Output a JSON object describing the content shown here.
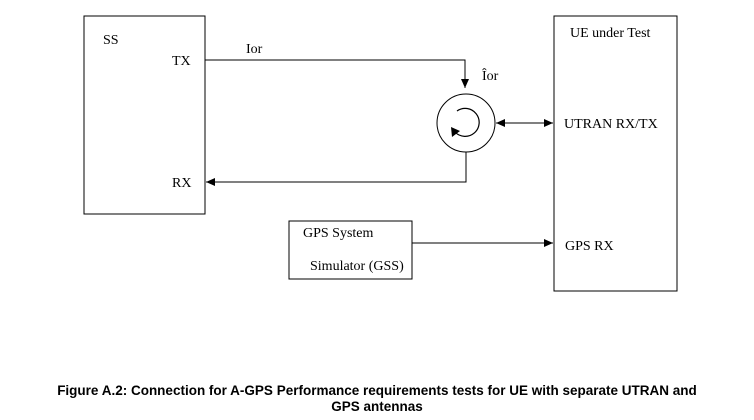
{
  "diagram": {
    "ss_block": {
      "title": "SS",
      "tx_label": "TX",
      "rx_label": "RX"
    },
    "ue_block": {
      "title": "UE under Test",
      "utran_label": "UTRAN RX/TX",
      "gps_rx_label": "GPS RX"
    },
    "gss_block": {
      "line1": "GPS System",
      "line2": "Simulator (GSS)"
    },
    "signal_labels": {
      "ior": "Ior",
      "ior_hat": "Îor"
    }
  },
  "caption": {
    "line1": "Figure A.2: Connection for A-GPS Performance requirements tests for UE with separate UTRAN and",
    "line2": "GPS antennas"
  }
}
